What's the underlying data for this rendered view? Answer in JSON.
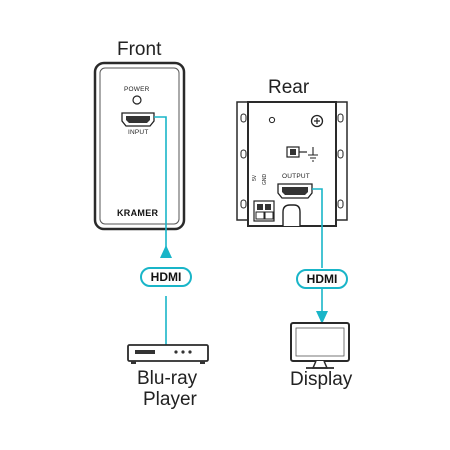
{
  "labels": {
    "front": "Front",
    "rear": "Rear",
    "power": "POWER",
    "input": "INPUT",
    "output": "OUTPUT",
    "brand": "KRAMER",
    "pin_plus": "5V",
    "pin_gnd": "GND"
  },
  "cable_left": {
    "label": "HDMI"
  },
  "cable_right": {
    "label": "HDMI"
  },
  "source": {
    "line1": "Blu-ray",
    "line2": "Player"
  },
  "sink": {
    "label": "Display"
  },
  "colors": {
    "cable": "#19b5c8",
    "device_outline": "#2a2a2a"
  }
}
